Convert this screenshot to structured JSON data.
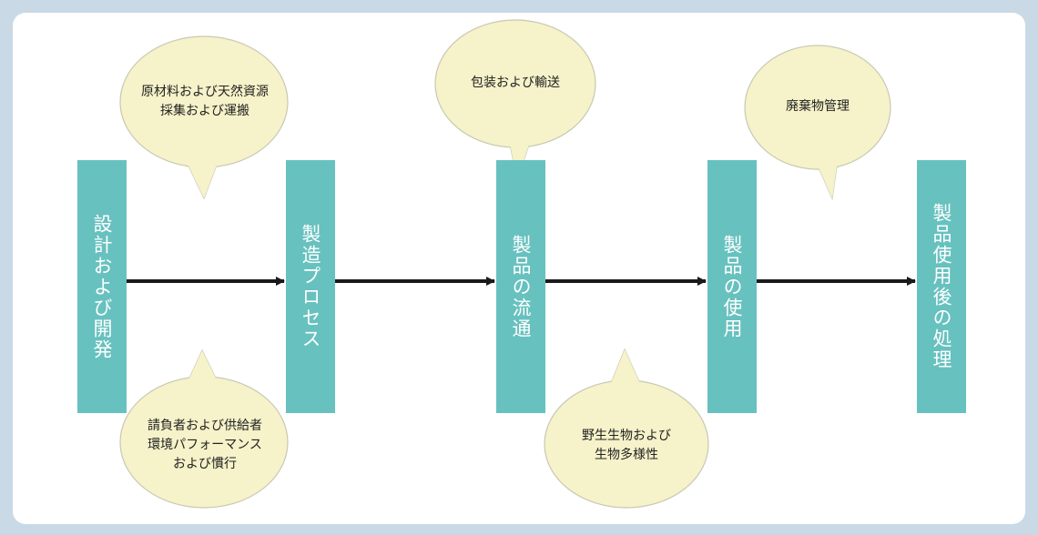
{
  "colors": {
    "page_background": "#c9d9e6",
    "panel": "#ffffff",
    "stage_fill": "#67c1bf",
    "stage_text": "#ffffff",
    "bubble_fill": "#f6f2c9",
    "bubble_stroke": "#c8c8b4",
    "arrow": "#1a1a1a"
  },
  "stages": [
    {
      "label": "設計および開発"
    },
    {
      "label": "製造プロセス"
    },
    {
      "label": "製品の流通"
    },
    {
      "label": "製品の使用"
    },
    {
      "label": "製品使用後の処理"
    }
  ],
  "bubbles": [
    {
      "text": "原材料および天然資源\n採集および運搬"
    },
    {
      "text": "請負者および供給者\n環境パフォーマンス\nおよび慣行"
    },
    {
      "text": "包装および輸送"
    },
    {
      "text": "野生生物および\n生物多様性"
    },
    {
      "text": "廃棄物管理"
    }
  ]
}
